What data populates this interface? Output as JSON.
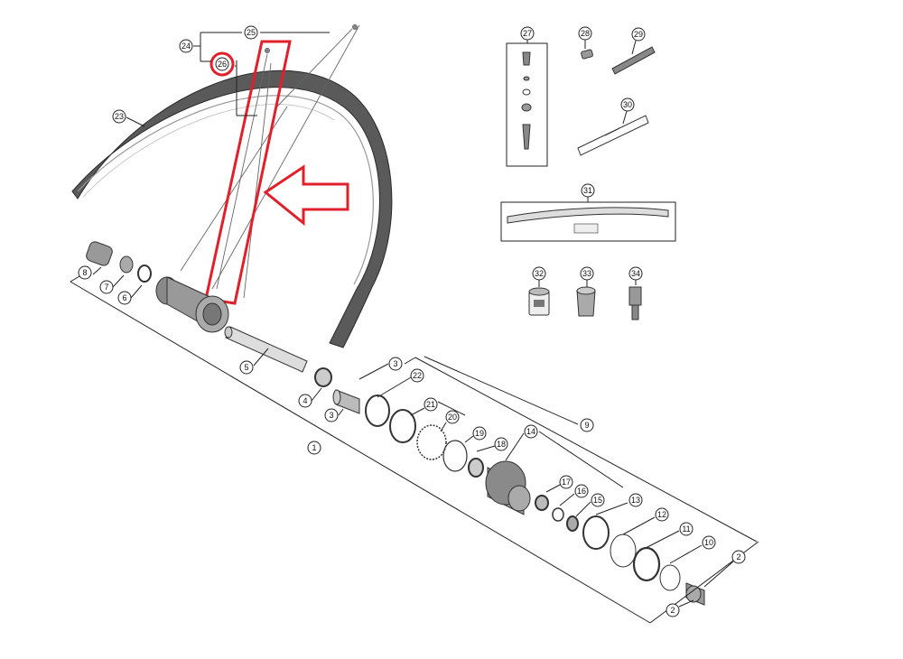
{
  "labels": {
    "p1": "1",
    "p2a": "2",
    "p2b": "2",
    "p3a": "3",
    "p3b": "3",
    "p4": "4",
    "p5": "5",
    "p6": "6",
    "p7": "7",
    "p8": "8",
    "p9": "9",
    "p10": "10",
    "p11": "11",
    "p12": "12",
    "p13": "13",
    "p14": "14",
    "p15": "15",
    "p16": "16",
    "p17": "17",
    "p18": "18",
    "p19": "19",
    "p20": "20",
    "p21": "21",
    "p22": "22",
    "p23": "23",
    "p24": "24",
    "p25": "25",
    "p26": "26",
    "p27": "27",
    "p28": "28",
    "p29": "29",
    "p30": "30",
    "p31": "31",
    "p32": "32",
    "p33": "33",
    "p34": "34"
  },
  "colors": {
    "highlight": "#e0202a",
    "line": "#222222",
    "rim": "#4a4a4a",
    "part_fill": "#bdbdbd",
    "part_dark": "#6e6e6e"
  }
}
